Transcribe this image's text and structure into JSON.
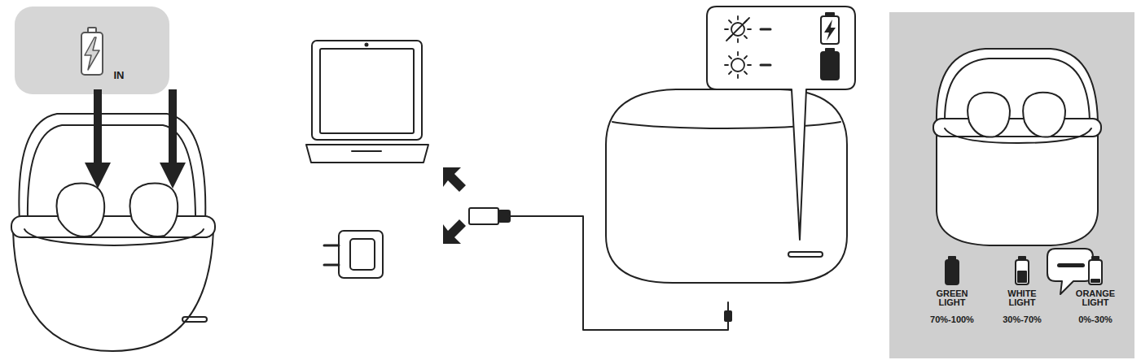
{
  "diagram": {
    "labels": [
      "IN",
      "GREEN LIGHT",
      "70%-100%",
      "WHITE LIGHT",
      "30%-70%",
      "ORANGE LIGHT",
      "0%-30%"
    ]
  }
}
